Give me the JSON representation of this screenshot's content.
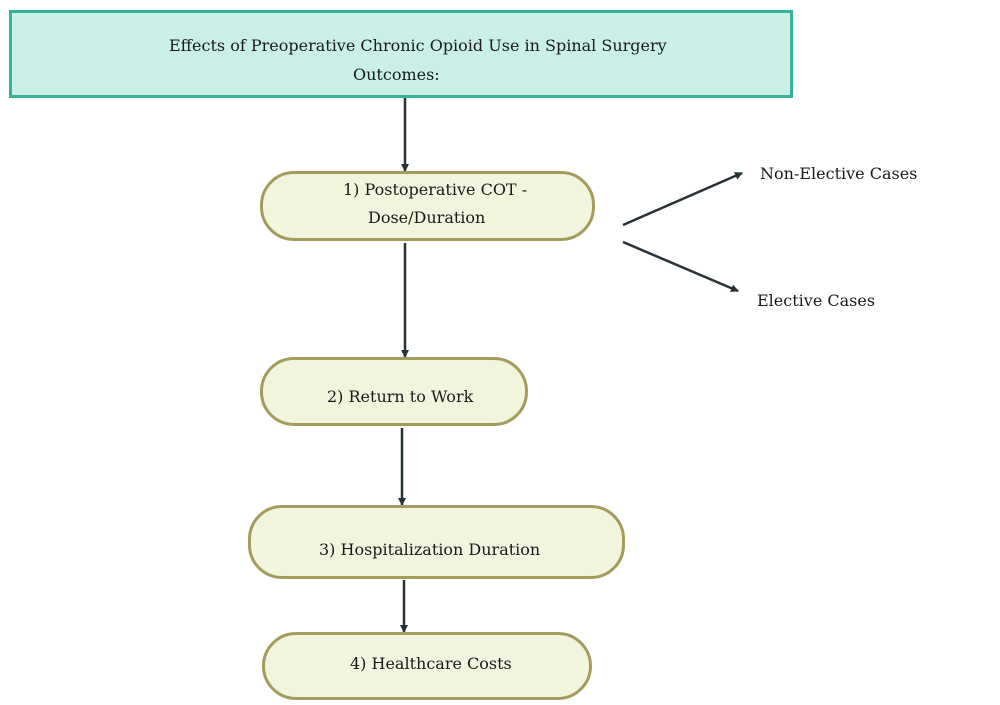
{
  "title": {
    "line1": "Effects of Preoperative Chronic Opioid Use in Spinal Surgery",
    "line2": "Outcomes:"
  },
  "nodes": [
    {
      "line1": "1) Postoperative COT -",
      "line2": "Dose/Duration"
    },
    {
      "line1": "2) Return to Work"
    },
    {
      "line1": "3) Hospitalization Duration"
    },
    {
      "line1": "4) Healthcare Costs"
    }
  ],
  "branches": {
    "upper": "Non-Elective Cases",
    "lower": "Elective Cases"
  },
  "colors": {
    "title_fill": "#c9efe6",
    "title_border": "#36b49b",
    "node_fill": "#f2f5de",
    "node_border": "#a39c5c",
    "arrow": "#263238"
  }
}
